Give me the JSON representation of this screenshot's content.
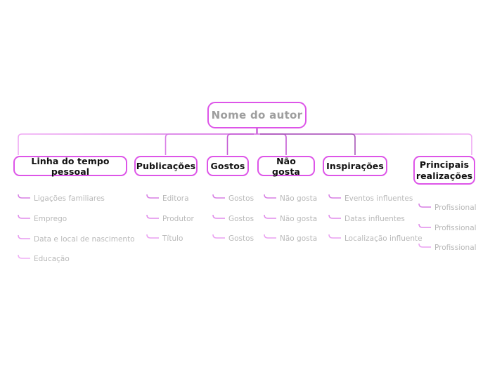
{
  "diagram": {
    "type": "mind-map",
    "title_node": "Nome do autor",
    "colors": {
      "node_border": "#dd55e8",
      "edge_top": "#9b4fa8",
      "edge_bottom": "#f0a8f5",
      "root_text": "#9e9e9e",
      "branch_text": "#111111",
      "leaf_text": "#b9b9b9",
      "background": "#ffffff"
    }
  },
  "root": {
    "label": "Nome do autor"
  },
  "branches": [
    {
      "label": "Linha do tempo pessoal",
      "children": [
        "Ligações familiares",
        "Emprego",
        "Data e local de nascimento",
        "Educação"
      ]
    },
    {
      "label": "Publicações",
      "children": [
        "Editora",
        "Produtor",
        "Título"
      ]
    },
    {
      "label": "Gostos",
      "children": [
        "Gostos",
        "Gostos",
        "Gostos"
      ]
    },
    {
      "label": "Não gosta",
      "children": [
        "Não gosta",
        "Não gosta",
        "Não gosta"
      ]
    },
    {
      "label": "Inspirações",
      "children": [
        "Eventos influentes",
        "Datas influentes",
        "Localização influente"
      ]
    },
    {
      "label": "Principais realizações",
      "label_line1": "Principais",
      "label_line2": "realizações",
      "children": [
        "Profissional",
        "Profissional",
        "Profissional"
      ]
    }
  ]
}
